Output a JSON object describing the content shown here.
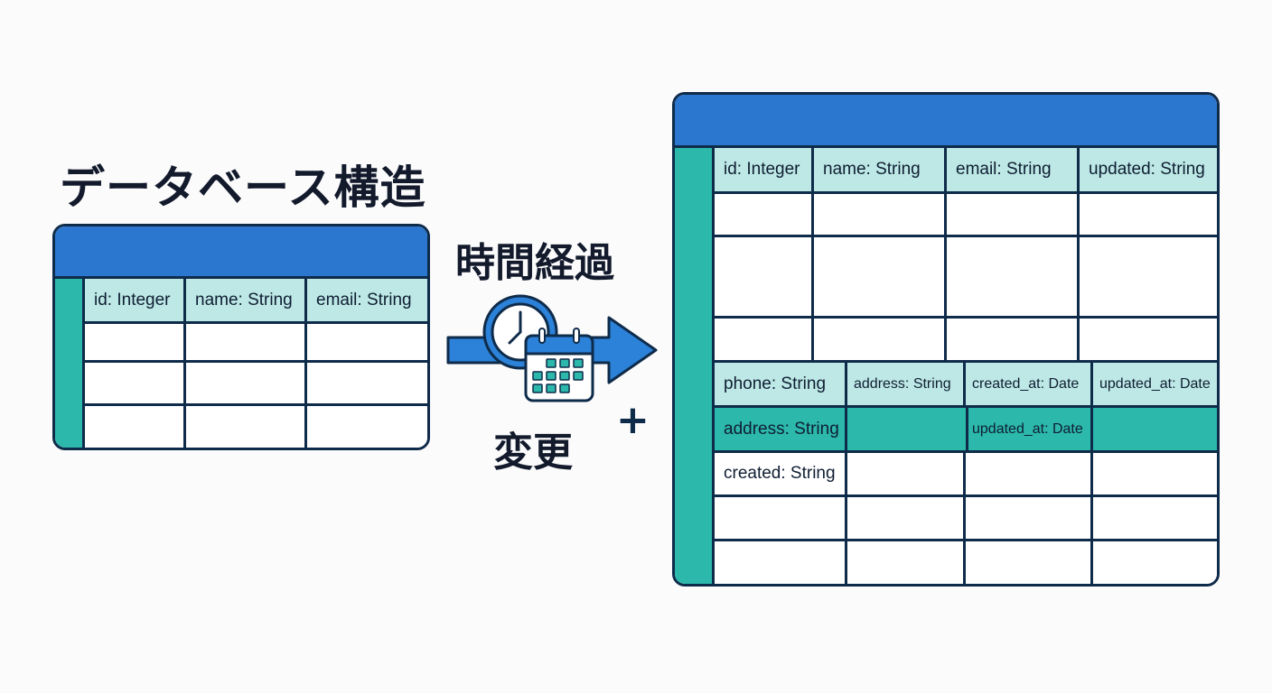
{
  "title": "データベース構造",
  "label_time": "時間経過",
  "label_change": "変更",
  "plus_sign": "+",
  "icons": [
    "clock-icon",
    "calendar-icon",
    "arrow-right-icon"
  ],
  "colors": {
    "header_blue": "#2b77d0",
    "teal": "#2cb8aa",
    "light_teal": "#bde8e5",
    "outline": "#0f2b4a"
  },
  "old_table": {
    "columns": [
      "id: Integer",
      "name: String",
      "email: String"
    ]
  },
  "new_table": {
    "columns": [
      "id: Integer",
      "name: String",
      "email: String",
      "updated: String"
    ],
    "added_row_1": [
      "phone: String",
      "address: String",
      "created_at: Date",
      "updated_at: Date"
    ],
    "added_row_2": [
      "address: String",
      "",
      "updated_at: Date",
      ""
    ],
    "added_row_3": [
      "created: String"
    ]
  }
}
